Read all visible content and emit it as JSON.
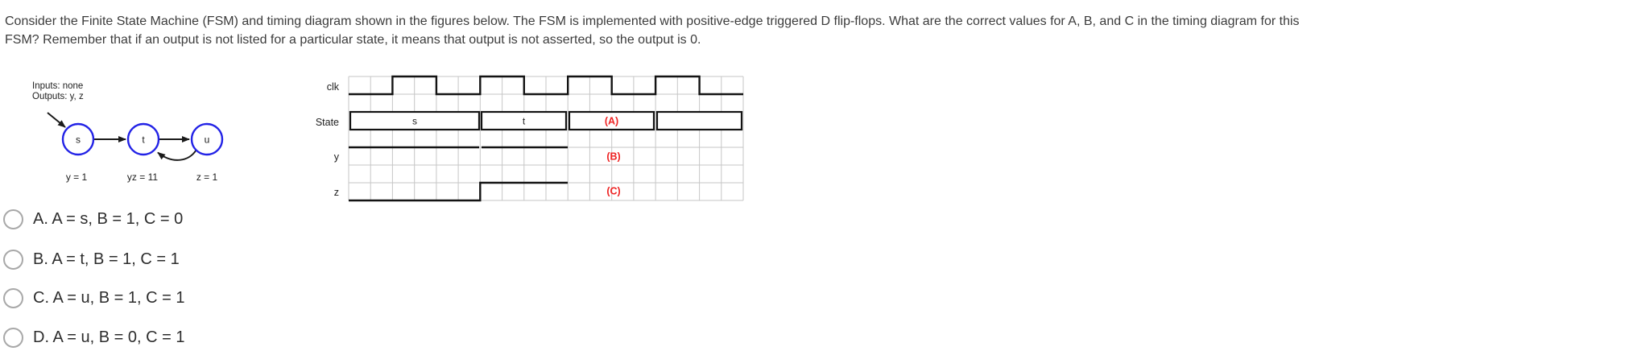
{
  "question": {
    "line1": "Consider the Finite State Machine (FSM) and timing diagram shown in the figures below. The FSM is implemented with positive-edge triggered D flip-flops. What are the correct values for A, B, and C in the timing diagram for this",
    "line2": "FSM? Remember that if an output is not listed for a particular state, it means that output is not asserted, so the output is 0."
  },
  "fsm_figure": {
    "inputs_label": "Inputs: none",
    "outputs_label": "Outputs: y, z",
    "states": {
      "s": {
        "name": "s",
        "output": "y = 1"
      },
      "t": {
        "name": "t",
        "output": "yz = 11"
      },
      "u": {
        "name": "u",
        "output": "z = 1"
      }
    },
    "transitions": [
      "start→s",
      "s→t",
      "t→u",
      "u→t"
    ],
    "node_color": "#2222e6"
  },
  "timing_diagram": {
    "row_labels": {
      "clk": "clk",
      "state": "State",
      "y": "y",
      "z": "z"
    },
    "grid": {
      "columns": 18,
      "rows": 7
    },
    "state_boxes": {
      "box1": "s",
      "box2": "t",
      "box3": "(A)",
      "box4": ""
    },
    "placeholders": {
      "a": "(A)",
      "b": "(B)",
      "c": "(C)"
    },
    "red_color": "#ee2222",
    "waveforms": {
      "clk_cells": "LLHHLLHHLLHHLLHHLL",
      "y": {
        "high_cells": [
          0,
          10
        ],
        "after": "(B)"
      },
      "z": {
        "low_cells": [
          0,
          6
        ],
        "high_cells": [
          6,
          10
        ],
        "after": "(C)"
      }
    }
  },
  "options": [
    {
      "label": "A. A = s, B = 1, C = 0"
    },
    {
      "label": "B. A = t, B = 1, C = 1"
    },
    {
      "label": "C. A = u, B = 1, C = 1"
    },
    {
      "label": "D. A = u, B = 0, C = 1"
    }
  ]
}
